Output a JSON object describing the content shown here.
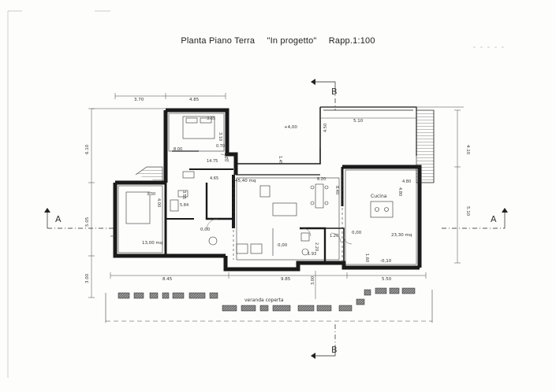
{
  "title": {
    "name": "Planta Piano Terra",
    "status": "\"In progetto\"",
    "scale": "Rapp.1:100"
  },
  "section_marks": {
    "a_left": "A",
    "a_right": "A",
    "b_top": "B",
    "b_bottom": "B"
  },
  "overall_dims": {
    "top_1": "3.70",
    "top_2": "4.85",
    "top_3": "5.10",
    "bottom_1": "8.45",
    "bottom_2": "9.85",
    "bottom_3": "5.50",
    "left_1": "6.10",
    "left_2": "5.05",
    "left_3": "3.00",
    "right_1": "4.10",
    "right_2": "5.10"
  },
  "interior_dims": [
    "3.85",
    "3.10",
    "8.00",
    "0.70",
    "14.75",
    "1.20",
    "1.45",
    "4.50",
    "4.65",
    "3.30",
    "4.00",
    "3.55",
    "5.84",
    "8.20",
    "8.40",
    "4.80",
    "4.80",
    "1.20",
    "2.20",
    "1.93",
    "1.60",
    "3.00"
  ],
  "levels": [
    "+4,00",
    "0,00",
    "0,00",
    "0,00",
    "-0,10"
  ],
  "areas": [
    "45,40 mq",
    "23,30 mq",
    "13,00 mq"
  ],
  "room_labels": {
    "kitchen": "Cucina",
    "veranda": "veranda coperta"
  }
}
